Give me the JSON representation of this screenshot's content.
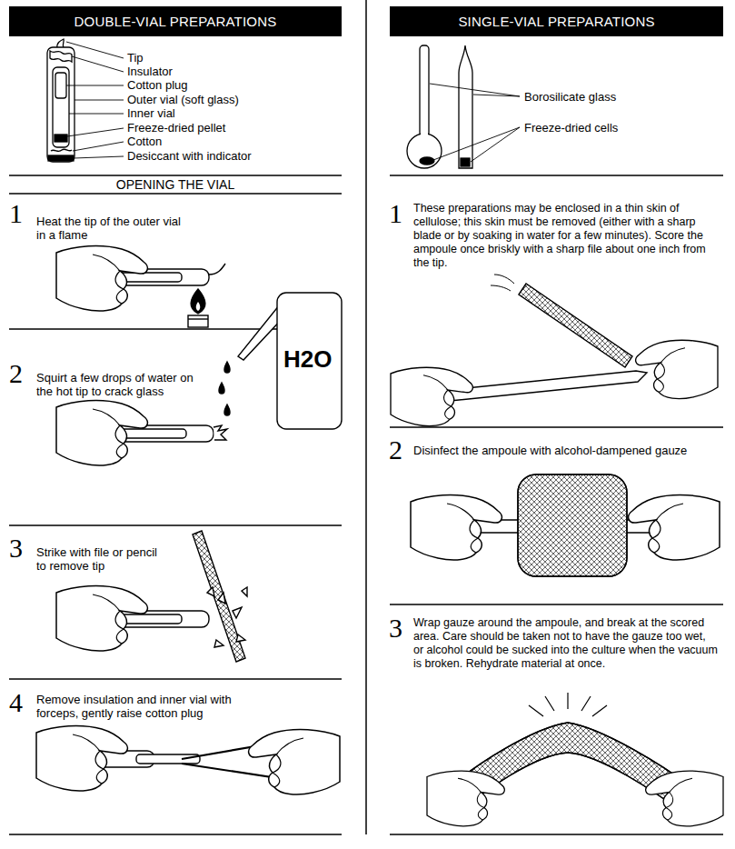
{
  "diagram": {
    "nodes": [
      {
        "text": [
          "DOUBLE-VIAL PREPARATIONS"
        ]
      },
      {
        "text": [
          "SINGLE-VIAL PREPARATIONS"
        ]
      }
    ],
    "labels": [
      "Tip",
      "Insulator",
      "Cotton plug",
      "Outer vial (soft glass)",
      "Inner vial",
      "Freeze-dried pellet",
      "Cotton",
      "Desiccant with indicator",
      "OPENING THE VIAL",
      "1",
      "Heat the tip of the outer vial in a flame",
      "2",
      "Squirt a few drops of water on the hot tip to crack glass",
      "H2O",
      "3",
      "Strike with file or pencil to remove tip",
      "4",
      "Remove insulation and inner vial with forceps, gently raise cotton plug",
      "Borosilicate glass",
      "Freeze-dried cells",
      "1",
      "These preparations may be enclosed in a thin skin of cellulose; this skin must be removed (either with a sharp blade or by soaking in water for a few minutes). Score the ampoule once briskly with a sharp file about one inch from the tip.",
      "2",
      "Disinfect the ampoule with alcohol-dampened gauze",
      "3",
      "Wrap gauze around the ampoule, and break at the scored area. Care should be taken not to have the gauze too wet, or alcohol could be sucked into the culture when the vacuum is broken. Rehydrate material at once."
    ]
  }
}
